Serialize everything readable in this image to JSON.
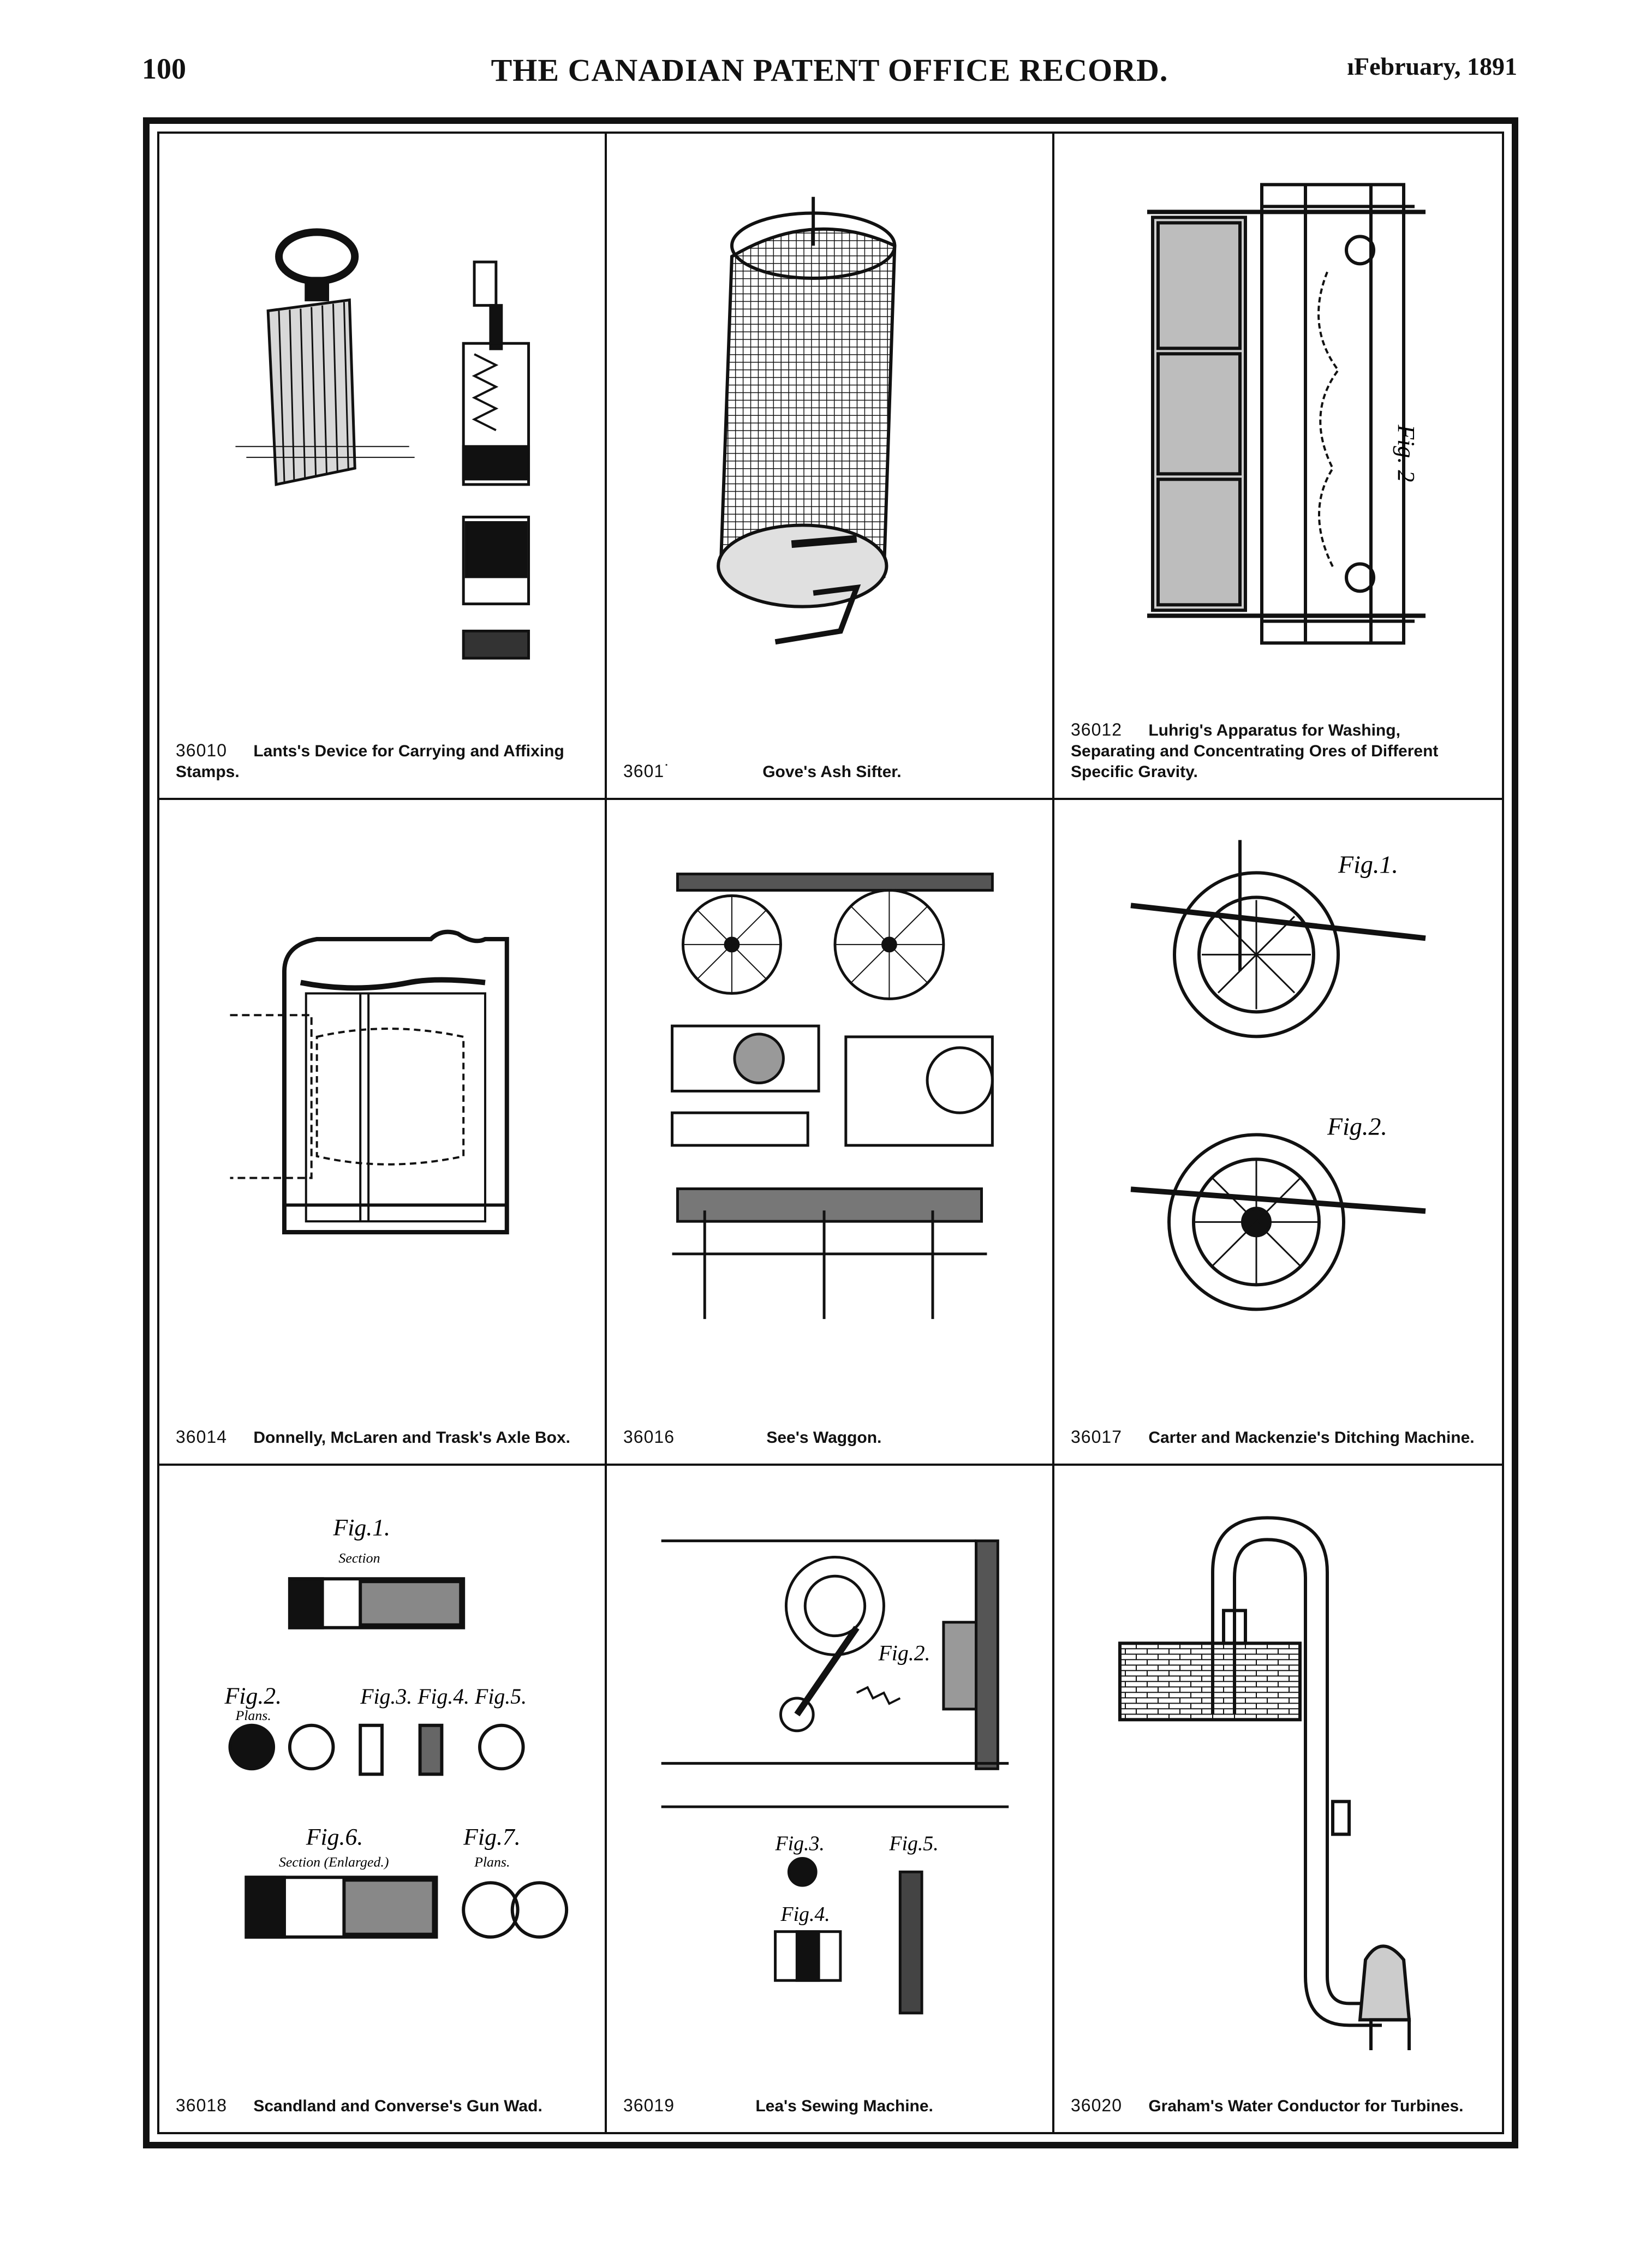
{
  "header": {
    "page_number": "100",
    "title": "THE CANADIAN PATENT OFFICE RECORD.",
    "date": "ıFebruary, 1891"
  },
  "patents": [
    {
      "number": "36010",
      "title": "Lants's Device for Carrying and Affixing Stamps."
    },
    {
      "number": "3601˙",
      "title": "Gove's Ash Sifter."
    },
    {
      "number": "36012",
      "title": "Luhrig's Apparatus for Washing, Separating and Concentrating Ores of Different Specific Gravity."
    },
    {
      "number": "36014",
      "title": "Donnelly, McLaren and Trask's Axle Box."
    },
    {
      "number": "36016",
      "title": "See's Waggon."
    },
    {
      "number": "36017",
      "title": "Carter and Mackenzie's Ditching Machine."
    },
    {
      "number": "36018",
      "title": "Scandland and Converse's Gun Wad."
    },
    {
      "number": "36019",
      "title": "Lea's Sewing Machine."
    },
    {
      "number": "36020",
      "title": "Graham's Water Conductor for Turbines."
    }
  ],
  "figure_labels": {
    "luhrig_fig": "Fig. 2",
    "ditch_fig1": "Fig.1.",
    "ditch_fig2": "Fig.2.",
    "wad_fig1": "Fig.1.",
    "wad_section": "Section",
    "wad_fig2": "Fig.2.",
    "wad_plans": "Plans.",
    "wad_fig345": "Fig.3. Fig.4. Fig.5.",
    "wad_fig6": "Fig.6.",
    "wad_section_enl": "Section (Enlarged.)",
    "wad_fig7": "Fig.7.",
    "wad_plans7": "Plans.",
    "sew_fig2": "Fig.2.",
    "sew_fig3": "Fig.3.",
    "sew_fig4": "Fig.4.",
    "sew_fig5": "Fig.5."
  },
  "icons": [
    "stamp-device-drawing",
    "ash-sifter-drawing",
    "ore-washer-drawing",
    "axle-box-drawing",
    "waggon-drawing",
    "ditching-machine-drawing",
    "gun-wad-drawing",
    "sewing-machine-drawing",
    "water-conductor-drawing"
  ]
}
